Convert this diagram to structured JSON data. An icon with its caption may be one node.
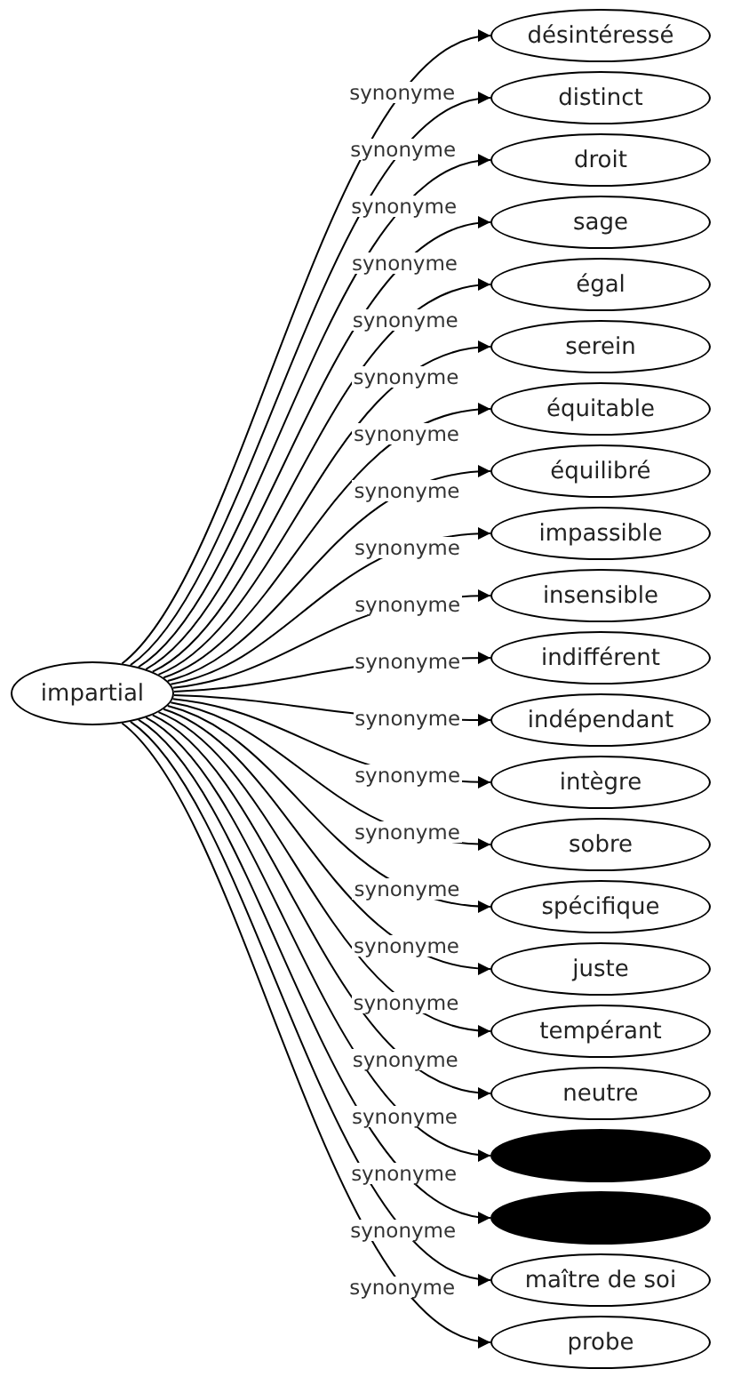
{
  "diagram": {
    "nodes": [
      {
        "text": [
          "impartial"
        ]
      },
      {
        "text": [
          "désintéressé"
        ]
      },
      {
        "text": [
          "distinct"
        ]
      },
      {
        "text": [
          "droit"
        ]
      },
      {
        "text": [
          "sage"
        ]
      },
      {
        "text": [
          "égal"
        ]
      },
      {
        "text": [
          "serein"
        ]
      },
      {
        "text": [
          "équitable"
        ]
      },
      {
        "text": [
          "équilibré"
        ]
      },
      {
        "text": [
          "impassible"
        ]
      },
      {
        "text": [
          "insensible"
        ]
      },
      {
        "text": [
          "indifférent"
        ]
      },
      {
        "text": [
          "indépendant"
        ]
      },
      {
        "text": [
          "intègre"
        ]
      },
      {
        "text": [
          "sobre"
        ]
      },
      {
        "text": [
          "spécifique"
        ]
      },
      {
        "text": [
          "juste"
        ]
      },
      {
        "text": [
          "tempérant"
        ]
      },
      {
        "text": [
          "neutre"
        ]
      },
      {
        "text": [],
        "shape": "ellipse"
      },
      {
        "text": [],
        "shape": "ellipse"
      },
      {
        "text": [
          "maître de soi"
        ]
      },
      {
        "text": [
          "probe"
        ]
      }
    ],
    "edges": [
      {
        "from": 0,
        "to": 1,
        "arrow": "to",
        "label": "synonyme"
      },
      {
        "from": 0,
        "to": 2,
        "arrow": "to",
        "label": "synonyme"
      },
      {
        "from": 0,
        "to": 3,
        "arrow": "to",
        "label": "synonyme"
      },
      {
        "from": 0,
        "to": 4,
        "arrow": "to",
        "label": "synonyme"
      },
      {
        "from": 0,
        "to": 5,
        "arrow": "to",
        "label": "synonyme"
      },
      {
        "from": 0,
        "to": 6,
        "arrow": "to",
        "label": "synonyme"
      },
      {
        "from": 0,
        "to": 7,
        "arrow": "to",
        "label": "synonyme"
      },
      {
        "from": 0,
        "to": 8,
        "arrow": "to",
        "label": "synonyme"
      },
      {
        "from": 0,
        "to": 9,
        "arrow": "to",
        "label": "synonyme"
      },
      {
        "from": 0,
        "to": 10,
        "arrow": "to",
        "label": "synonyme"
      },
      {
        "from": 0,
        "to": 11,
        "arrow": "to",
        "label": "synonyme"
      },
      {
        "from": 0,
        "to": 12,
        "arrow": "to",
        "label": "synonyme"
      },
      {
        "from": 0,
        "to": 13,
        "arrow": "to",
        "label": "synonyme"
      },
      {
        "from": 0,
        "to": 14,
        "arrow": "to",
        "label": "synonyme"
      },
      {
        "from": 0,
        "to": 15,
        "arrow": "to",
        "label": "synonyme"
      },
      {
        "from": 0,
        "to": 16,
        "arrow": "to",
        "label": "synonyme"
      },
      {
        "from": 0,
        "to": 17,
        "arrow": "to",
        "label": "synonyme"
      },
      {
        "from": 0,
        "to": 18,
        "arrow": "to",
        "label": "synonyme"
      },
      {
        "from": 0,
        "to": 19,
        "arrow": "to",
        "label": "synonyme"
      },
      {
        "from": 0,
        "to": 20,
        "arrow": "to",
        "label": "synonyme"
      },
      {
        "from": 0,
        "to": 21,
        "arrow": "to",
        "label": "synonyme"
      },
      {
        "from": 0,
        "to": 22,
        "arrow": "to",
        "label": "synonyme"
      }
    ]
  }
}
